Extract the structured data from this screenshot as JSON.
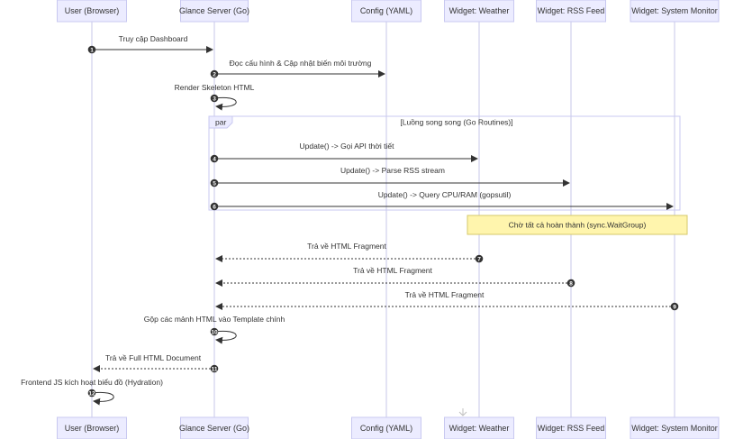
{
  "actors": [
    {
      "name": "User (Browser)"
    },
    {
      "name": "Glance Server (Go)"
    },
    {
      "name": "Config (YAML)"
    },
    {
      "name": "Widget: Weather"
    },
    {
      "name": "Widget: RSS Feed"
    },
    {
      "name": "Widget: System Monitor"
    }
  ],
  "messages": [
    {
      "num": "1",
      "text": "Truy cập Dashboard",
      "from": 0,
      "to": 1,
      "style": "solid"
    },
    {
      "num": "2",
      "text": "Đọc cấu hình & Cập nhật biến môi trường",
      "from": 1,
      "to": 2,
      "style": "solid"
    },
    {
      "num": "3",
      "text": "Render Skeleton HTML",
      "from": 1,
      "to": 1,
      "style": "self"
    },
    {
      "num": "4",
      "text": "Update() -> Gọi API thời tiết",
      "from": 1,
      "to": 3,
      "style": "solid"
    },
    {
      "num": "5",
      "text": "Update() -> Parse RSS stream",
      "from": 1,
      "to": 4,
      "style": "solid"
    },
    {
      "num": "6",
      "text": "Update() -> Query CPU/RAM (gopsutil)",
      "from": 1,
      "to": 5,
      "style": "solid"
    },
    {
      "num": "7",
      "text": "Trả về HTML Fragment",
      "from": 3,
      "to": 1,
      "style": "dashed"
    },
    {
      "num": "8",
      "text": "Trả về HTML Fragment",
      "from": 4,
      "to": 1,
      "style": "dashed"
    },
    {
      "num": "9",
      "text": "Trả về HTML Fragment",
      "from": 5,
      "to": 1,
      "style": "dashed"
    },
    {
      "num": "10",
      "text": "Gộp các mảnh HTML vào Template chính",
      "from": 1,
      "to": 1,
      "style": "self"
    },
    {
      "num": "11",
      "text": "Trả về Full HTML Document",
      "from": 1,
      "to": 0,
      "style": "dashed"
    },
    {
      "num": "12",
      "text": "Frontend JS kích hoạt biểu đồ (Hydration)",
      "from": 0,
      "to": 0,
      "style": "self"
    }
  ],
  "par": {
    "label": "par",
    "condition": "[Luồng song song (Go Routines)]"
  },
  "note": {
    "text": "Chờ tất cả hoàn thành (sync.WaitGroup)"
  }
}
